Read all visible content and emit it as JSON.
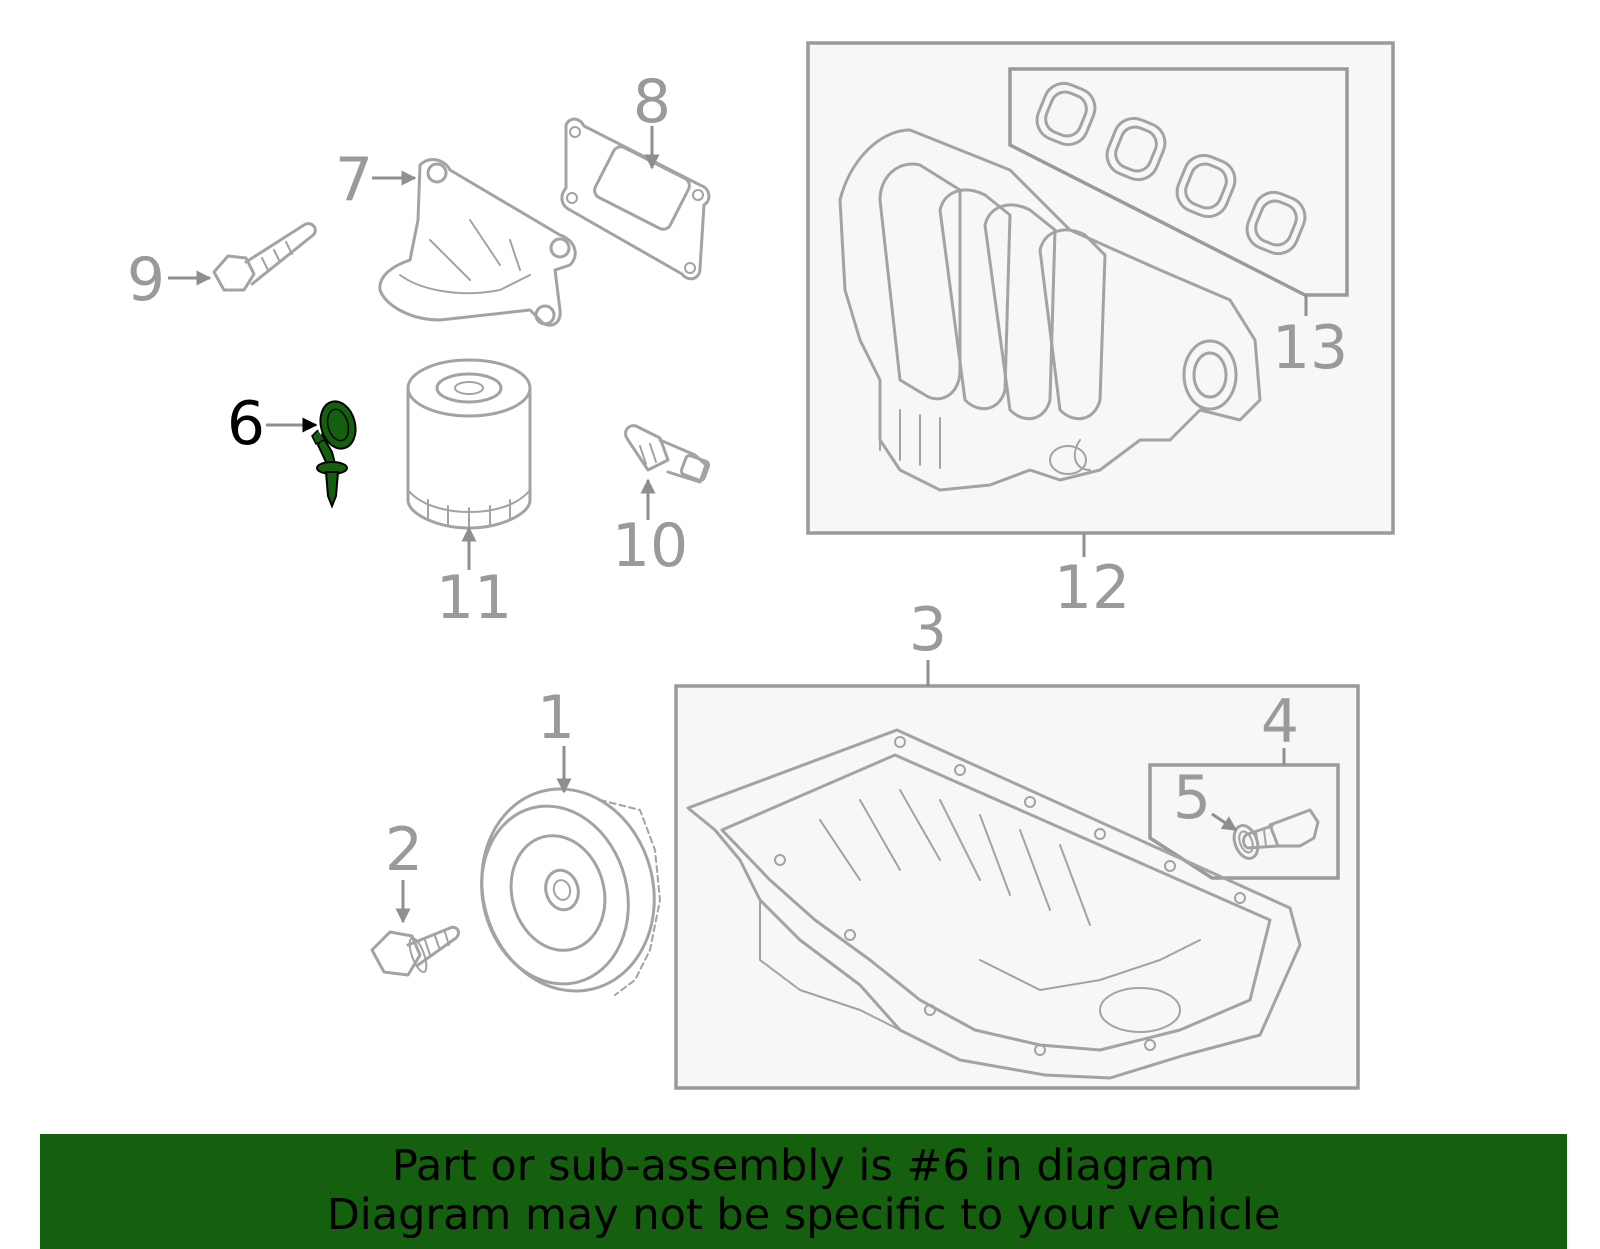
{
  "callouts": {
    "c1": "1",
    "c2": "2",
    "c3": "3",
    "c4": "4",
    "c5": "5",
    "c6": "6",
    "c7": "7",
    "c8": "8",
    "c9": "9",
    "c10": "10",
    "c11": "11",
    "c12": "12",
    "c13": "13"
  },
  "highlight": {
    "part_number": "6",
    "color": "#15600f"
  },
  "banner": {
    "line1": "Part or sub-assembly is #6 in diagram",
    "line2": "Diagram may not be specific to your vehicle",
    "background": "#15600f"
  }
}
